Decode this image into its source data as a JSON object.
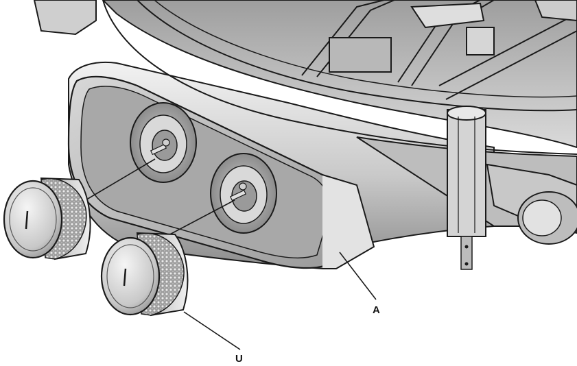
{
  "figure": {
    "callouts": [
      {
        "id": "A",
        "text": "A"
      },
      {
        "id": "U",
        "text": "U"
      }
    ]
  },
  "colors": {
    "background": "#ffffff",
    "line": "#1a1a1a",
    "metal_light": "#e4e4e4",
    "metal_mid": "#b4b4b4",
    "metal_dark": "#7a7a7a"
  },
  "icons": [
    "control-knob-icon",
    "valve-stem-icon",
    "burner-tube-icon",
    "wheel-icon"
  ]
}
